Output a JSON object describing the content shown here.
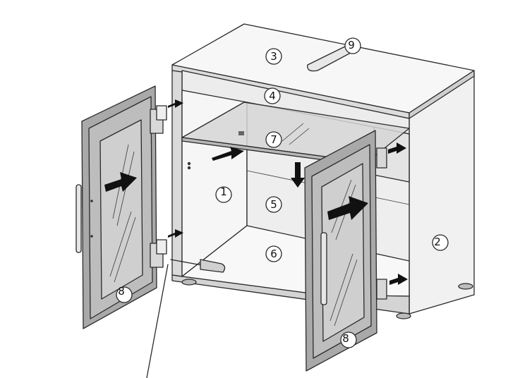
{
  "diagram": {
    "callouts": [
      {
        "id": "c1",
        "label": "1"
      },
      {
        "id": "c2",
        "label": "2"
      },
      {
        "id": "c3",
        "label": "3"
      },
      {
        "id": "c4",
        "label": "4"
      },
      {
        "id": "c5",
        "label": "5"
      },
      {
        "id": "c6",
        "label": "6"
      },
      {
        "id": "c7",
        "label": "7"
      },
      {
        "id": "c8a",
        "label": "8"
      },
      {
        "id": "c8b",
        "label": "8"
      },
      {
        "id": "c9",
        "label": "9"
      }
    ]
  },
  "colors": {
    "line": "#2a2a2a",
    "panel_light": "#f4f4f4",
    "panel_mid": "#e2e2e2",
    "door_frame": "#a9a9a9",
    "glass": "#c9c9c9",
    "arrow": "#111111"
  }
}
